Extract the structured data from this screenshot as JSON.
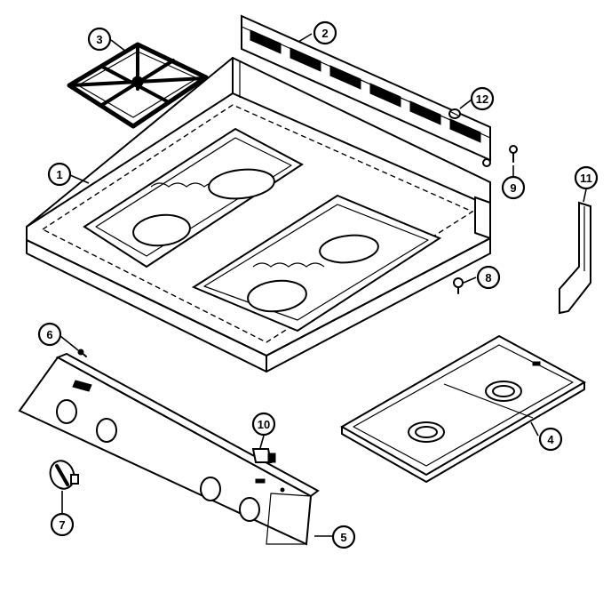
{
  "callouts": [
    {
      "number": "1",
      "part": "cooktop"
    },
    {
      "number": "2",
      "part": "backguard"
    },
    {
      "number": "3",
      "part": "burner-grate"
    },
    {
      "number": "4",
      "part": "burner-box"
    },
    {
      "number": "5",
      "part": "control-panel"
    },
    {
      "number": "6",
      "part": "screw"
    },
    {
      "number": "7",
      "part": "knob"
    },
    {
      "number": "8",
      "part": "screw"
    },
    {
      "number": "9",
      "part": "screw"
    },
    {
      "number": "10",
      "part": "switch"
    },
    {
      "number": "11",
      "part": "trim"
    },
    {
      "number": "12",
      "part": "screw"
    }
  ]
}
